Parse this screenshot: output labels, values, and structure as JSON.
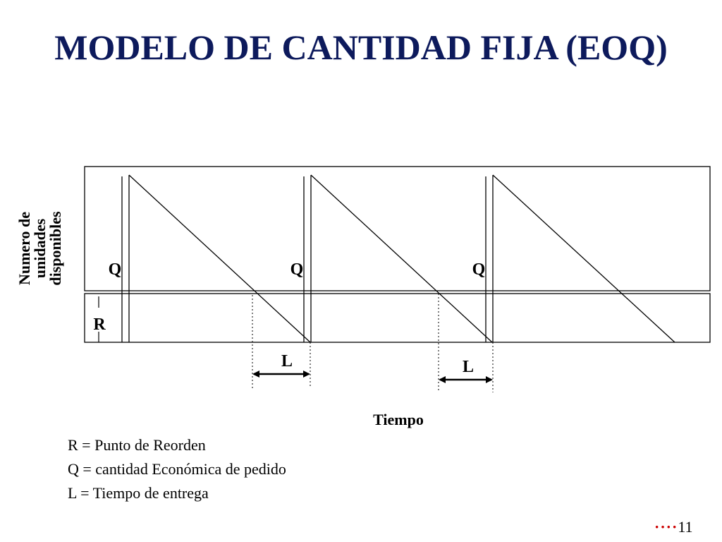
{
  "slide": {
    "title": "MODELO DE CANTIDAD FIJA  (EOQ)",
    "page_number": "11",
    "page_dots": "····"
  },
  "diagram": {
    "y_axis_label": [
      "Numero de",
      "unidades",
      "disponibles"
    ],
    "x_axis_label": "Tiempo",
    "order_quantity_label": "Q",
    "reorder_point_label": "R",
    "lead_time_label": "L",
    "cycles": 3,
    "reorder_point_fraction": 0.28,
    "line_color": "#000000"
  },
  "legend": [
    "R = Punto de Reorden",
    "Q = cantidad Económica de pedido",
    "L = Tiempo de entrega"
  ],
  "colors": {
    "title": "#0d1a5c",
    "page_dots": "#cc0000"
  }
}
